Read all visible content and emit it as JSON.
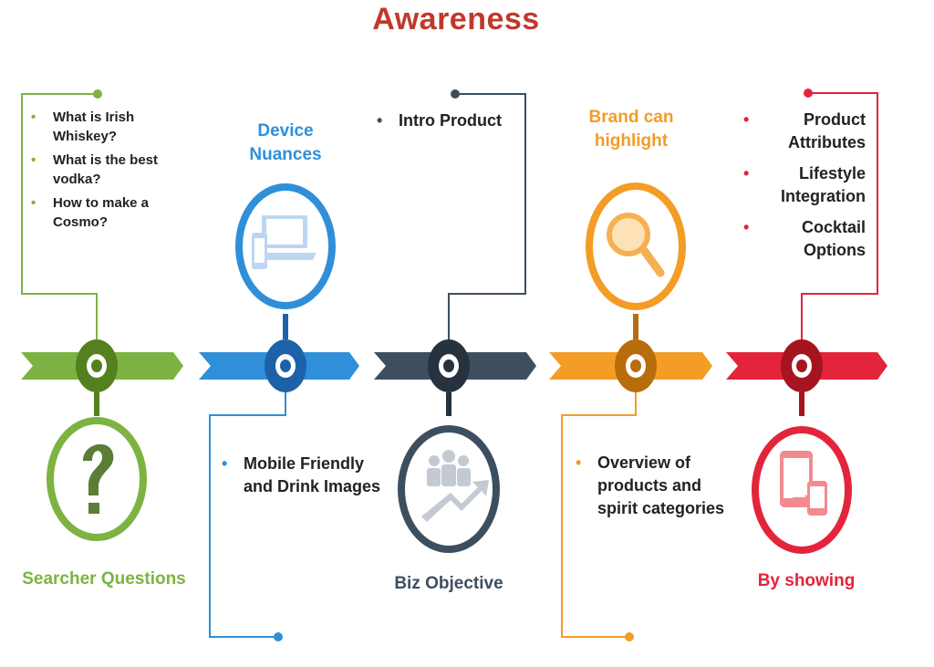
{
  "title": "Awareness",
  "colors": {
    "title": "#c0392b",
    "green": "#7cb342",
    "blue": "#2f8fd8",
    "slate": "#3d4f5f",
    "orange": "#f39c26",
    "red": "#e3243b"
  },
  "stages": [
    {
      "key": "green",
      "label": "Searcher Questions",
      "icon": "question-mark-icon",
      "bullets": [
        "What is Irish Whiskey?",
        "What is the best vodka?",
        "How to make a Cosmo?"
      ]
    },
    {
      "key": "blue",
      "heading": "Device Nuances",
      "icon": "devices-icon",
      "bullets": [
        "Mobile Friendly and Drink Images"
      ]
    },
    {
      "key": "slate",
      "label": "Biz Objective",
      "icon": "growth-people-icon",
      "bullets": [
        "Intro Product"
      ]
    },
    {
      "key": "orange",
      "heading": "Brand can highlight",
      "icon": "magnifier-icon",
      "bullets": [
        "Overview of products and spirit categories"
      ]
    },
    {
      "key": "red",
      "label": "By showing",
      "icon": "mobile-transfer-icon",
      "bullets": [
        "Product Attributes",
        "Lifestyle Integration",
        "Cocktail Options"
      ]
    }
  ]
}
